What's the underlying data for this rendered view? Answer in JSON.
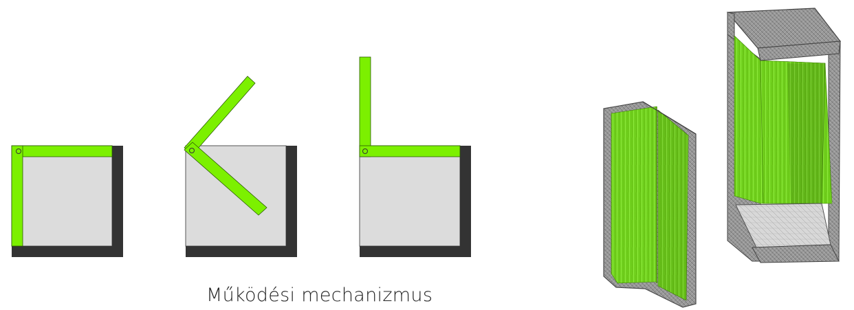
{
  "caption": "Működési mechanizmus",
  "colors": {
    "panel_green": "#7cf000",
    "box_fill": "#dcdcdc",
    "frame_dark": "#333333",
    "wood_green": "#72d21c",
    "frame_gray": "#8a8a8a"
  },
  "diagrams": [
    {
      "state": "closed"
    },
    {
      "state": "opening"
    },
    {
      "state": "open"
    }
  ],
  "render_views": [
    "panel-render",
    "box-render"
  ]
}
